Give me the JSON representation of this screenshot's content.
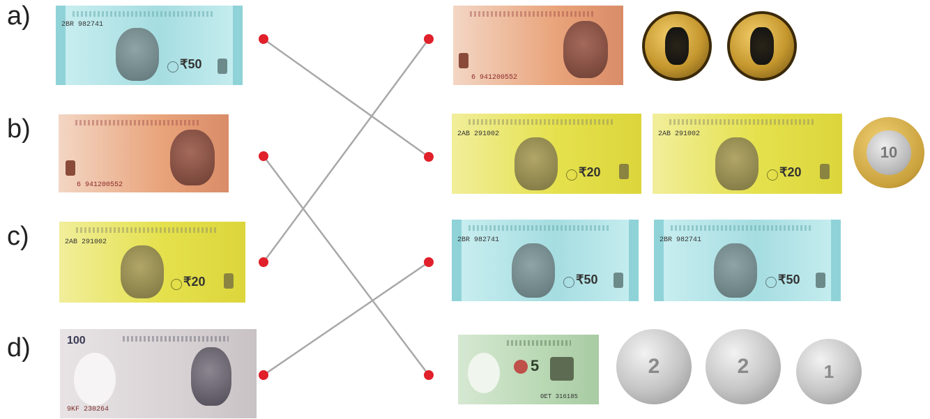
{
  "labels": [
    "a)",
    "b)",
    "c)",
    "d)"
  ],
  "notes": {
    "left_a": {
      "denomination": "₹50",
      "serial": "2BR 982741"
    },
    "left_b": {
      "denomination": "",
      "serial": "6 941200552"
    },
    "left_c": {
      "denomination": "₹20",
      "serial": "2AB 291002"
    },
    "left_d": {
      "denomination": "100",
      "serial": "9KF 230264"
    },
    "right_1_note": {
      "denomination": "",
      "serial": "6 941200552"
    },
    "right_2_note1": {
      "denomination": "₹20",
      "serial": "2AB 291002"
    },
    "right_2_note2": {
      "denomination": "₹20",
      "serial": "2AB 291002"
    },
    "right_3_note1": {
      "denomination": "₹50",
      "serial": "2BR 982741"
    },
    "right_3_note2": {
      "denomination": "₹50",
      "serial": "2BR 982741"
    },
    "right_4_note": {
      "denomination": "5",
      "serial": "0ET 316185"
    }
  },
  "coins": {
    "right_1_coin1": "",
    "right_1_coin2": "",
    "right_2_coin": "10",
    "right_4_coin1": "2",
    "right_4_coin2": "2",
    "right_4_coin3": "1"
  },
  "colors": {
    "dot": "#e0202a",
    "line": "#a8a8a8",
    "note_50": "#a8dde0",
    "note_20": "#e7e35a",
    "note_10": "#e9a47b",
    "note_100": "#d9d4d6",
    "note_5": "#b9d8b4"
  },
  "matches": [
    {
      "from": "a)",
      "to": 2
    },
    {
      "from": "b)",
      "to": 4
    },
    {
      "from": "c)",
      "to": 1
    },
    {
      "from": "d)",
      "to": 3
    }
  ]
}
